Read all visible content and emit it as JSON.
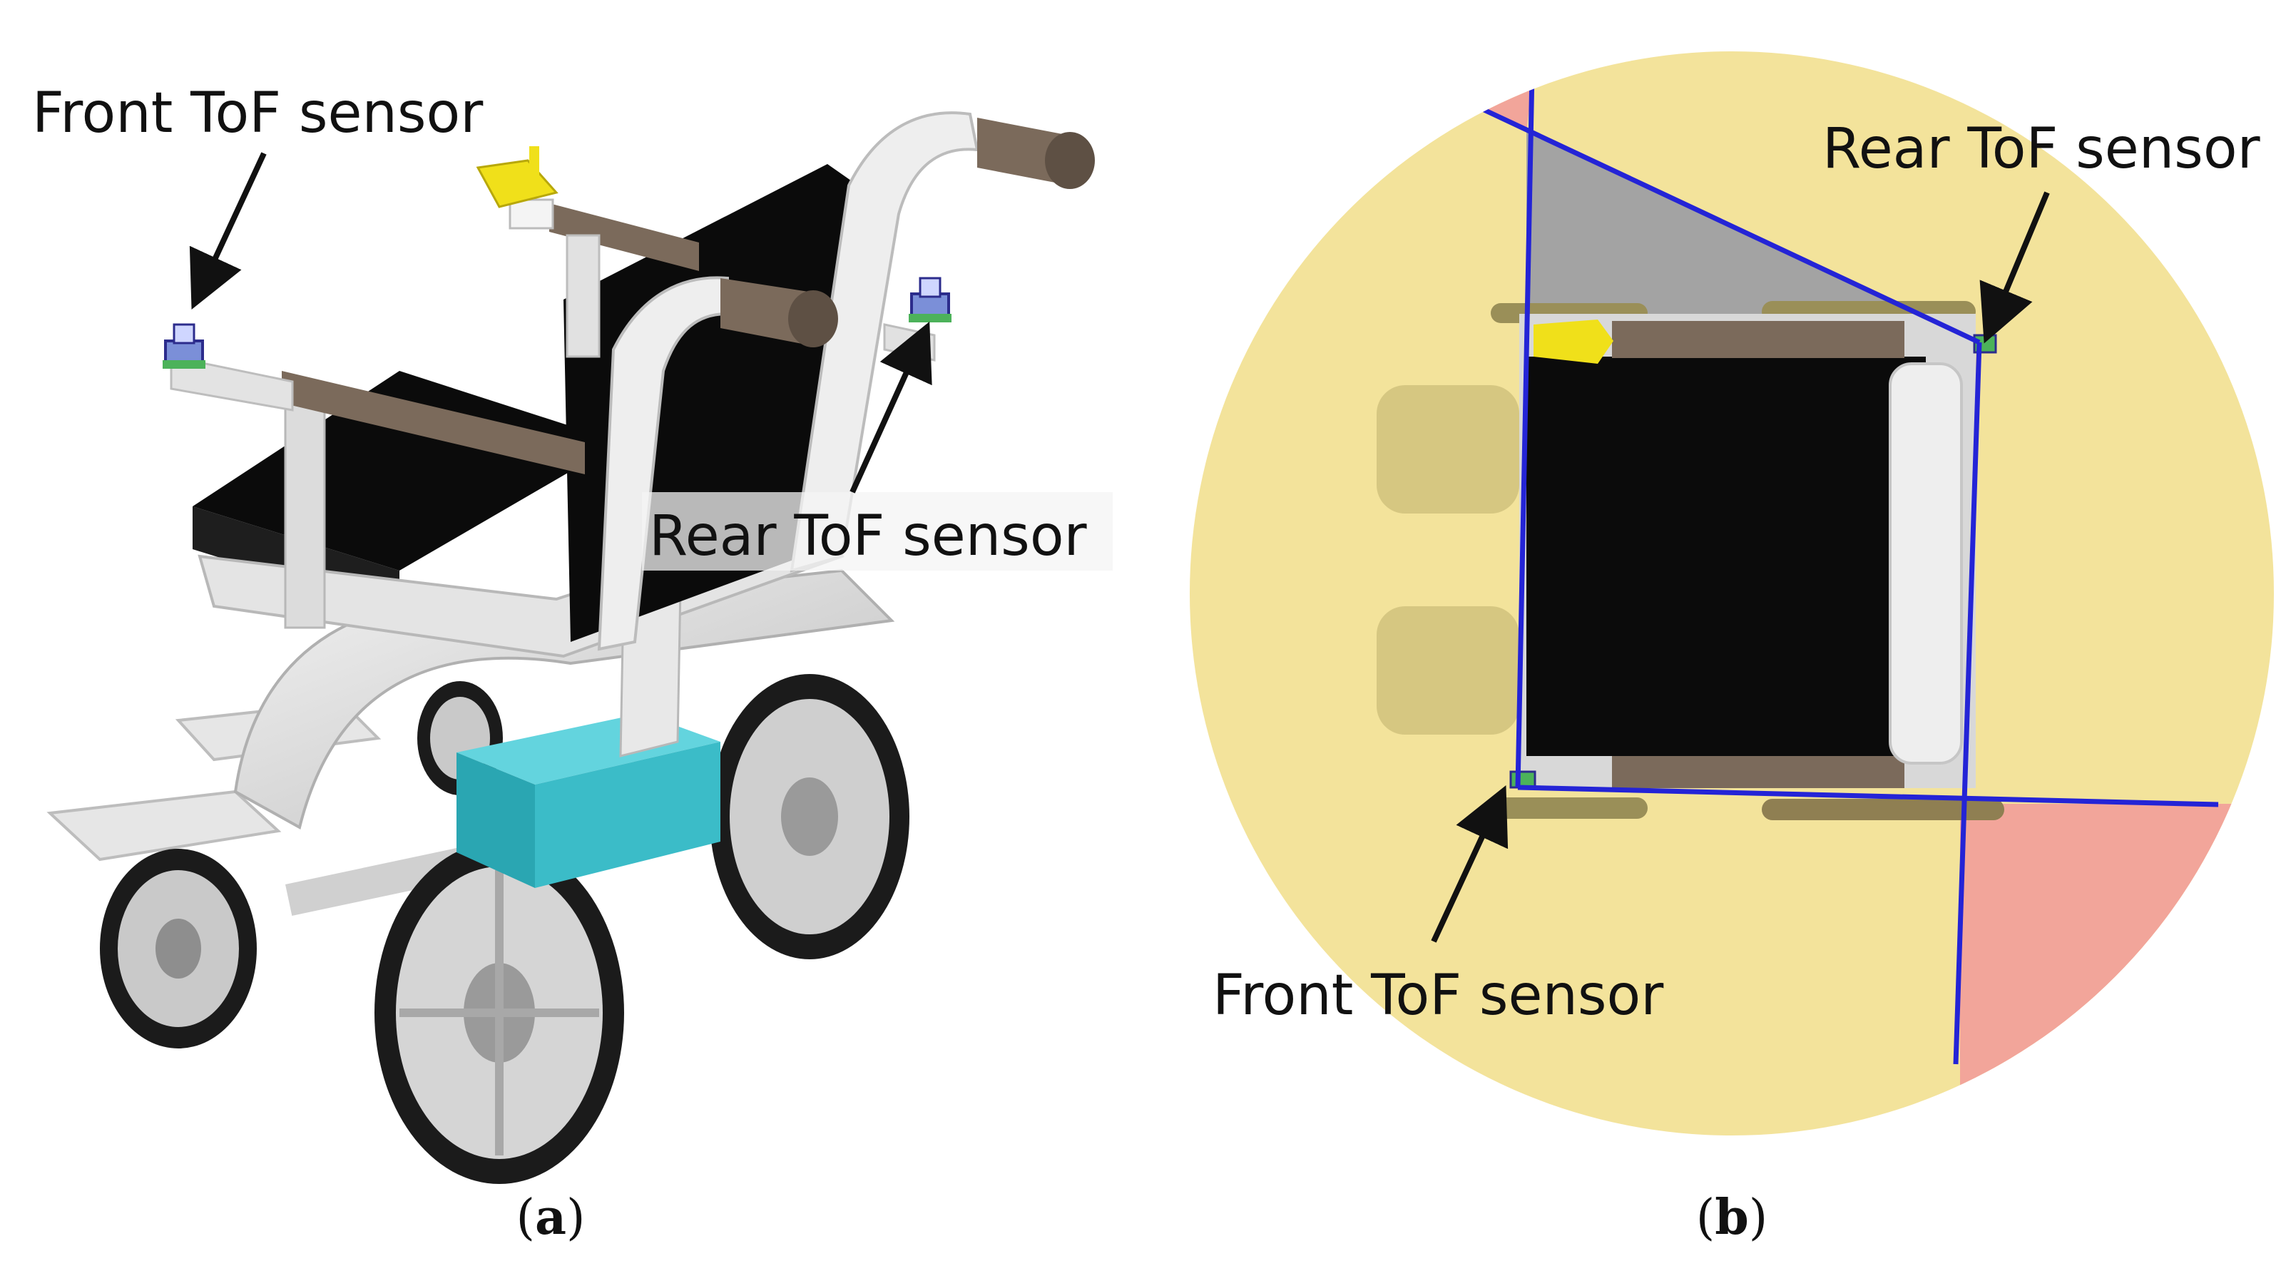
{
  "panel_a": {
    "front_label": "Front ToF sensor",
    "rear_label": "Rear ToF sensor",
    "caption_open": "(",
    "caption_letter": "a",
    "caption_close": ")"
  },
  "panel_b": {
    "front_label": "Front ToF sensor",
    "rear_label": "Rear ToF sensor",
    "caption_open": "(",
    "caption_letter": "b",
    "caption_close": ")"
  },
  "colors": {
    "detection_area": "#f3e39b",
    "blind_spot": "#f2a59a",
    "sensor_fov_line": "#2424d6",
    "seat": "#0b0b0b",
    "armrest": "#7b6a5b",
    "frame": "#d9d9d9",
    "battery": "#3bbcc8",
    "joystick": "#f0e01a"
  }
}
